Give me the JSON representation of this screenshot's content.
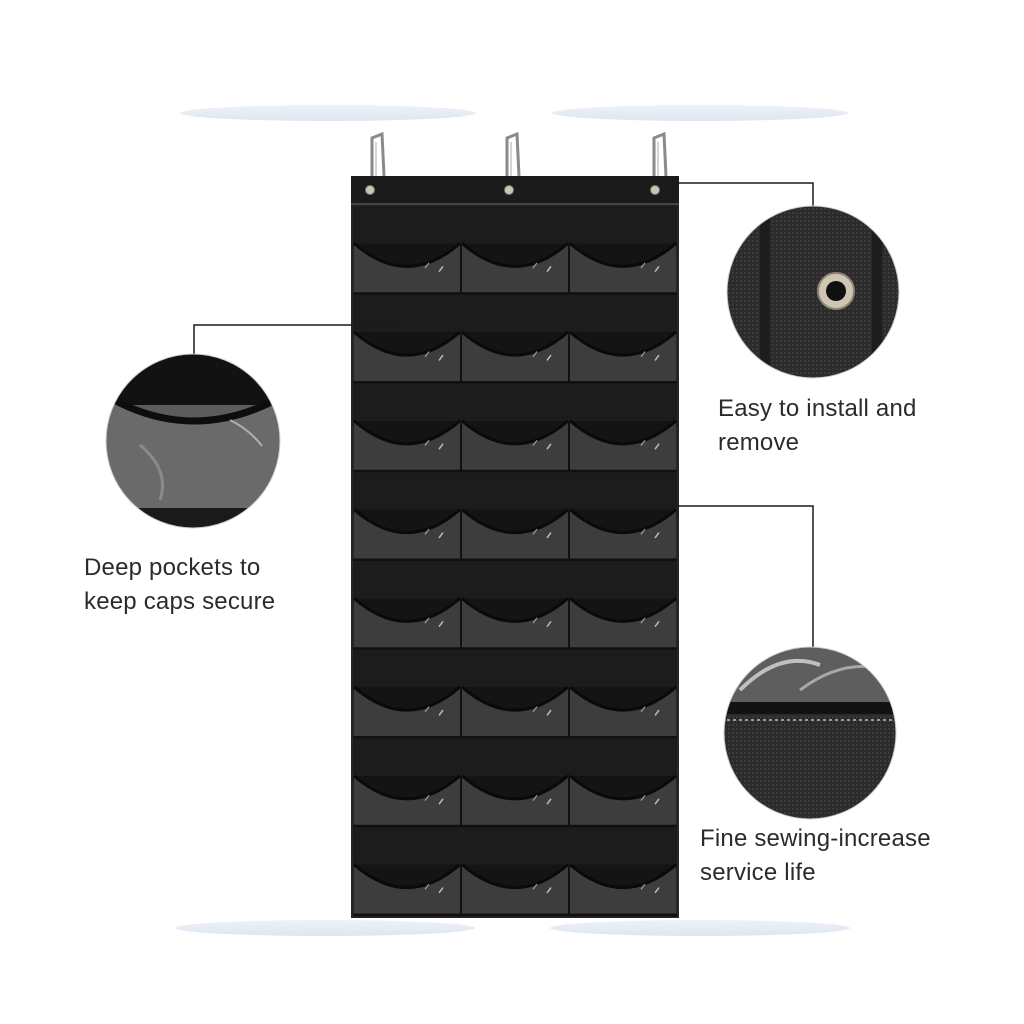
{
  "colors": {
    "fabric": "#2a2a2a",
    "pocket_flap": "#151515",
    "pocket_clear": "#3c3c3c",
    "leader_line": "#1a1a1a",
    "text": "#2b2b2b",
    "door_shelf": "#e3e9f2"
  },
  "organizer": {
    "rows": 8,
    "columns": 3,
    "hooks": 3
  },
  "callouts": {
    "install": {
      "line1": "Easy to install and",
      "line2": "remove",
      "detail_icon": "grommet-closeup"
    },
    "pockets": {
      "line1": "Deep pockets to",
      "line2": "keep caps secure",
      "detail_icon": "pocket-closeup"
    },
    "sewing": {
      "line1": "Fine sewing-increase",
      "line2": "service life",
      "detail_icon": "stitching-closeup"
    }
  }
}
